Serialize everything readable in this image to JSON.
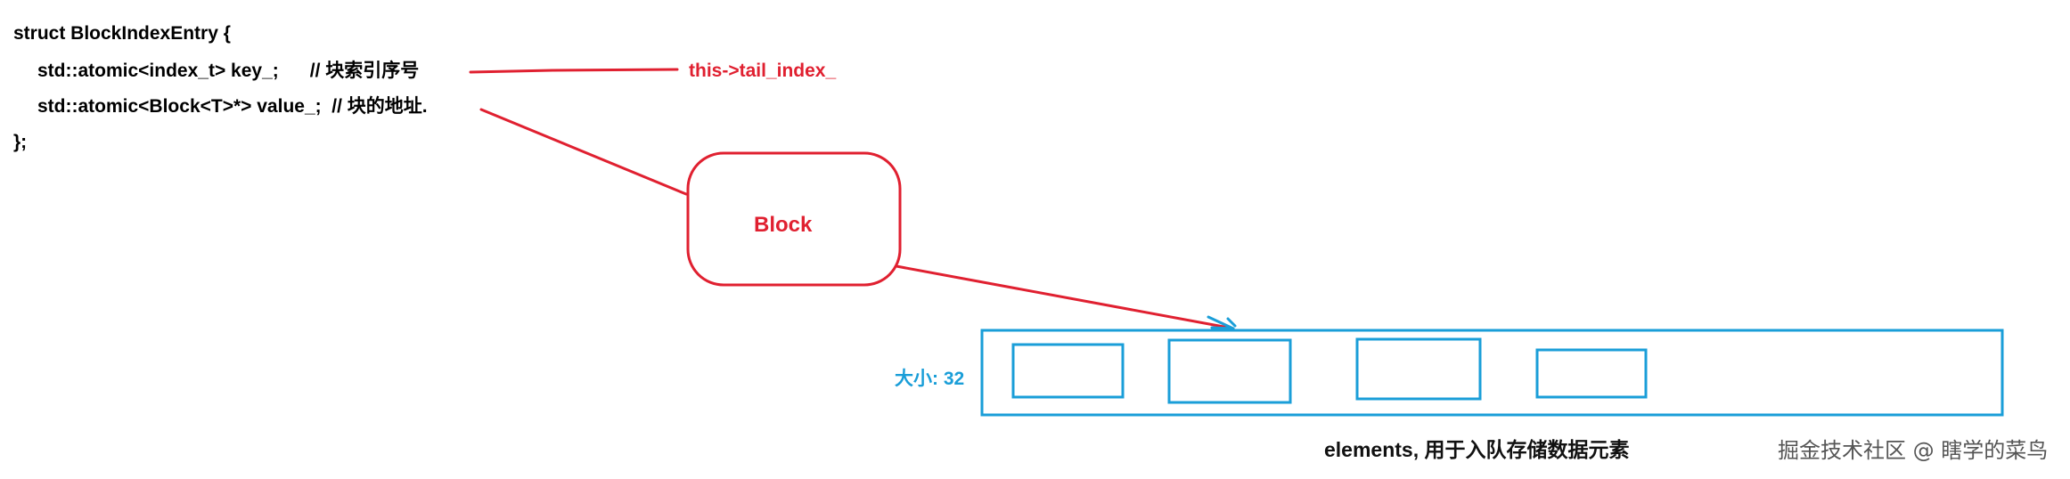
{
  "code": {
    "line1": "struct BlockIndexEntry {",
    "line2": "std::atomic<index_t> key_;      // 块索引序号",
    "line3": "std::atomic<Block<T>*> value_;  // 块的地址.",
    "line4": "};"
  },
  "labels": {
    "tail_index": "this->tail_index_",
    "block": "Block",
    "size": "大小: 32",
    "elements": "elements, 用于入队存储数据元素"
  },
  "watermark": "掘金技术社区 @ 瞎学的菜鸟",
  "colors": {
    "red": "#e02030",
    "blue": "#1a9ed8",
    "text": "#000000"
  }
}
